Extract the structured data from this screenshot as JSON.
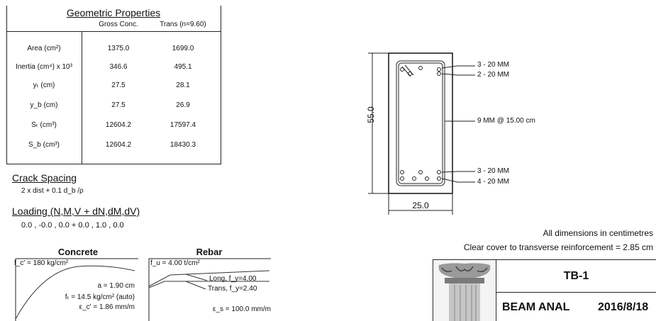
{
  "geo": {
    "title": "Geometric Properties",
    "col_gross": "Gross Conc.",
    "col_trans": "Trans (n=9.60)",
    "rows": [
      {
        "label": "Area (cm²)",
        "gross": "1375.0",
        "trans": "1699.0"
      },
      {
        "label": "Inertia (cm⁴) x 10³",
        "gross": "346.6",
        "trans": "495.1"
      },
      {
        "label": "yₜ (cm)",
        "gross": "27.5",
        "trans": "28.1"
      },
      {
        "label": "y_b (cm)",
        "gross": "27.5",
        "trans": "26.9"
      },
      {
        "label": "Sₜ (cm³)",
        "gross": "12604.2",
        "trans": "17597.4"
      },
      {
        "label": "S_b (cm³)",
        "gross": "12604.2",
        "trans": "18430.3"
      }
    ]
  },
  "crack": {
    "title": "Crack Spacing",
    "formula": "2 x dist + 0.1 d_b /ρ"
  },
  "loading": {
    "title": "Loading (N,M,V + dN,dM,dV)",
    "values": "0.0 , -0.0 , 0.0  +  0.0 , 1.0 , 0.0"
  },
  "concrete": {
    "title": "Concrete",
    "fc": "f_c' =   180 kg/cm²",
    "a": "a = 1.90 cm",
    "ft": "fₜ = 14.5 kg/cm² (auto)",
    "ec": "ε_c' = 1.86 mm/m"
  },
  "rebar": {
    "title": "Rebar",
    "fu": "f_u = 4.00 t/cm²",
    "long": "Long, f_y=4.00",
    "trans": "Trans, f_y=2.40",
    "es": "ε_s = 100.0 mm/m"
  },
  "section": {
    "height": "55.0",
    "width": "25.0",
    "top_outer": "3 - 20 MM",
    "top_inner": "2 - 20 MM",
    "stirrup": "9 MM @ 15.00 cm",
    "bot_inner": "3 - 20 MM",
    "bot_outer": "4 - 20 MM"
  },
  "notes": {
    "units": "All dimensions in centimetres",
    "cover": "Clear cover to transverse reinforcement =  2.85 cm"
  },
  "title_block": {
    "id": "TB-1",
    "name": "BEAM ANAL",
    "date": "2016/8/18"
  }
}
